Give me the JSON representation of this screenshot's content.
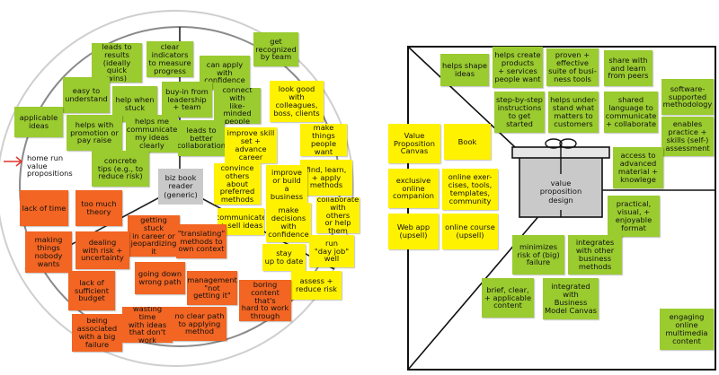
{
  "customer_profile": {
    "center_label": "biz book\nreader\n(generic)",
    "outside_label": "home run\nvalue\npropositions",
    "jobs": [
      "make things\npeople want",
      "find, learn,\n+ apply\nmethods",
      "improve skill\nset + advance\ncareer",
      "convince\nothers about\npreferred\nmethods",
      "improve\nor build\na business",
      "collaborate\nwith others\nor help them",
      "communicate\n+ sell ideas",
      "make\ndecisions\nwith\nconfidence",
      "run\n\"day job\"\nwell",
      "stay\nup to date",
      "assess +\nreduce risk",
      "look good\nwith\ncolleagues,\nboss, clients"
    ],
    "gains": [
      "leads to\nresults\n(ideally quick\nwins)",
      "clear\nindicators\nto measure\nprogress",
      "get\nrecognized\nby team",
      "can apply\nwith\nconfidence",
      "easy to\nunderstand",
      "help when\nstuck",
      "buy-in from\nleadership\n+ team",
      "connect with\nlike-minded\npeople",
      "applicable\nideas",
      "helps with\npromotion or\npay raise",
      "helps me\ncommunicate\nmy ideas\nclearly",
      "leads to\nbetter\ncollaboration",
      "concrete\ntips (e.g., to\nreduce risk)"
    ],
    "pains": [
      "lack of time",
      "too much\ntheory",
      "getting stuck\nin career or\njeopardizing\nit",
      "\"translating\"\nmethods to\nown context",
      "making\nthings\nnobody\nwants",
      "dealing\nwith risk +\nuncertainty",
      "lack of\nsufficient\nbudget",
      "going down\nwrong path",
      "management\n\"not\ngetting it\"",
      "boring\ncontent that's\nhard to work\nthrough",
      "being\nassociated\nwith a big\nfailure",
      "wasting time\nwith ideas\nthat don't\nwork",
      "no clear path\nto applying\nmethod"
    ]
  },
  "value_map": {
    "center_label": "value\nproposition\ndesign",
    "products": [
      "Value\nProposition\nCanvas",
      "Book",
      "exclusive\nonline\ncompanion",
      "online exer-\ncises, tools,\ntemplates,\ncommunity",
      "Web app\n(upsell)",
      "online course\n(upsell)"
    ],
    "gain_creators": [
      "helps shape\nideas",
      "helps create\nproducts\n+ services\npeople want",
      "proven +\neffective\nsuite of busi-\nness tools",
      "share with\nand learn\nfrom peers",
      "step-by-step\ninstructions\nto get\nstarted",
      "helps under-\nstand what\nmatters to\ncustomers",
      "shared\nlanguage to\ncommunicate\n+ collaborate",
      "software-\nsupported\nmethodology",
      "enables\npractice +\nskills (self-)\nassessment",
      "access to\nadvanced\nmaterial +\nknowlege"
    ],
    "pain_relievers": [
      "practical,\nvisual, +\nenjoyable\nformat",
      "minimizes\nrisk of (big)\nfailure",
      "integrates\nwith other\nbusiness\nmethods",
      "brief, clear,\n+ applicable\ncontent",
      "integrated\nwith\nBusiness\nModel Canvas",
      "engaging\nonline\nmultimedia\ncontent"
    ]
  },
  "colors": {
    "gain": "#9acb2f",
    "job": "#fff200",
    "pain": "#f26522",
    "arrow": "#e0352b"
  }
}
